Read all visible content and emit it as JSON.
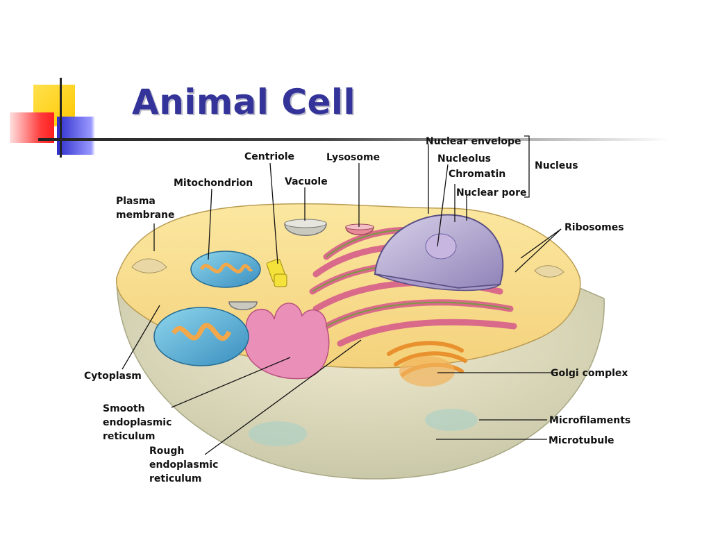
{
  "slide": {
    "title": "Animal Cell"
  },
  "labels": {
    "nuclear_envelope": "Nuclear envelope",
    "nucleolus": "Nucleolus",
    "chromatin": "Chromatin",
    "nuclear_pore": "Nuclear pore",
    "nucleus": "Nucleus",
    "centriole": "Centriole",
    "lysosome": "Lysosome",
    "mitochondrion": "Mitochondrion",
    "vacuole": "Vacuole",
    "plasma_membrane_1": "Plasma",
    "plasma_membrane_2": "membrane",
    "ribosomes": "Ribosomes",
    "cytoplasm": "Cytoplasm",
    "golgi_complex": "Golgi complex",
    "smooth_er_1": "Smooth",
    "smooth_er_2": "endoplasmic",
    "smooth_er_3": "reticulum",
    "microfilaments": "Microfilaments",
    "microtubule": "Microtubule",
    "rough_er_1": "Rough",
    "rough_er_2": "endoplasmic",
    "rough_er_3": "reticulum"
  },
  "colors": {
    "title": "#333399",
    "deco_yellow": "#ffcc00",
    "deco_red": "#ff3333",
    "deco_blue": "#3333cc"
  }
}
